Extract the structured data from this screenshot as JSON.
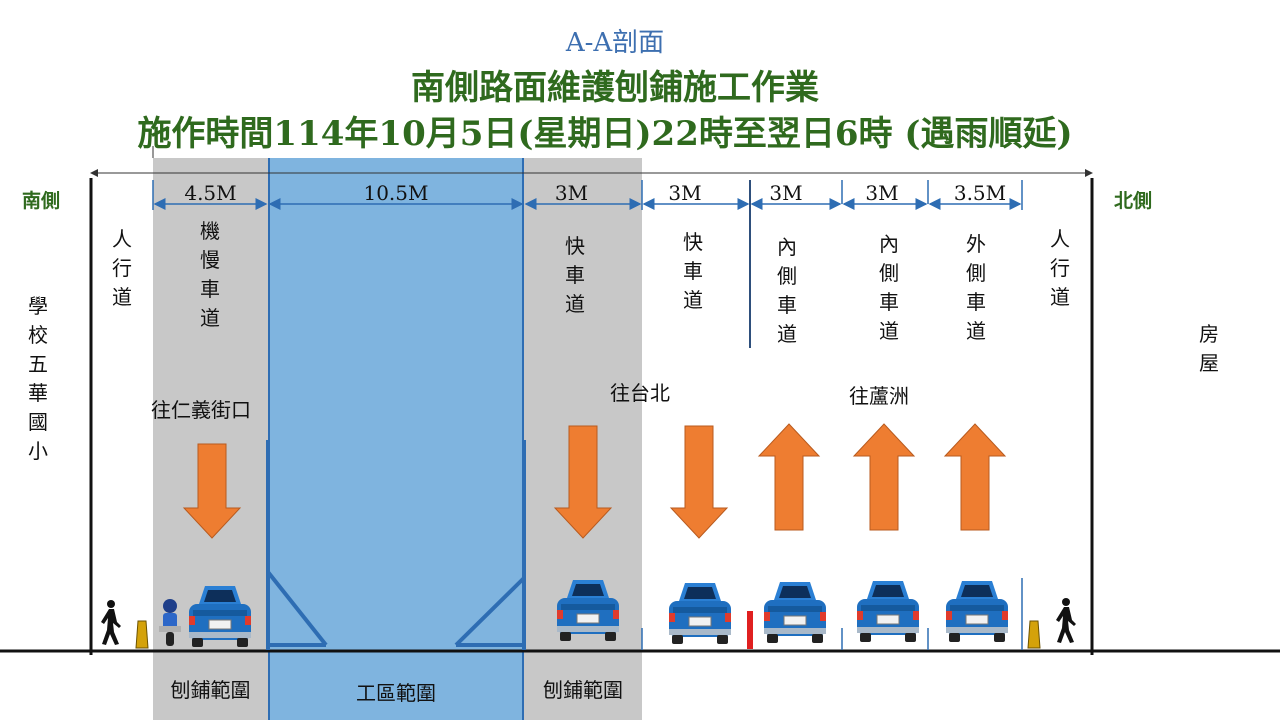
{
  "title": {
    "section": "A-A剖面",
    "project": "南側路面維護刨鋪施工作業",
    "schedule": "施作時間114年10月5日(星期日)22時至翌日6時 (遇雨順延)"
  },
  "sides": {
    "south": "南側",
    "north": "北側"
  },
  "landmarks": {
    "south": "學校五華國小",
    "north": "房屋"
  },
  "lane_widths": [
    "4.5M",
    "10.5M",
    "3M",
    "3M",
    "3M",
    "3M",
    "3.5M"
  ],
  "lane_names": {
    "south_sidewalk": "人行道",
    "slow_lane": "機慢車道",
    "fast_lane_south": "快車道",
    "fast_lane_north": "快車道",
    "inner_lane_1": "內側車道",
    "inner_lane_2": "內側車道",
    "outer_lane": "外側車道",
    "north_sidewalk": "人行道"
  },
  "directions": {
    "renyi": "往仁義街口",
    "taipei": "往台北",
    "luzhou": "往蘆洲"
  },
  "zones": {
    "paving_left": "刨鋪範圍",
    "work_zone": "工區範圍",
    "paving_right": "刨鋪範圍"
  },
  "colors": {
    "work_zone": "#7fb4df",
    "paving_zone": "#c8c8c8",
    "arrow": "#ee7d31",
    "car": "#1f6fc0",
    "title_green": "#2f6a1e",
    "title_blue": "#3d6fb0"
  }
}
